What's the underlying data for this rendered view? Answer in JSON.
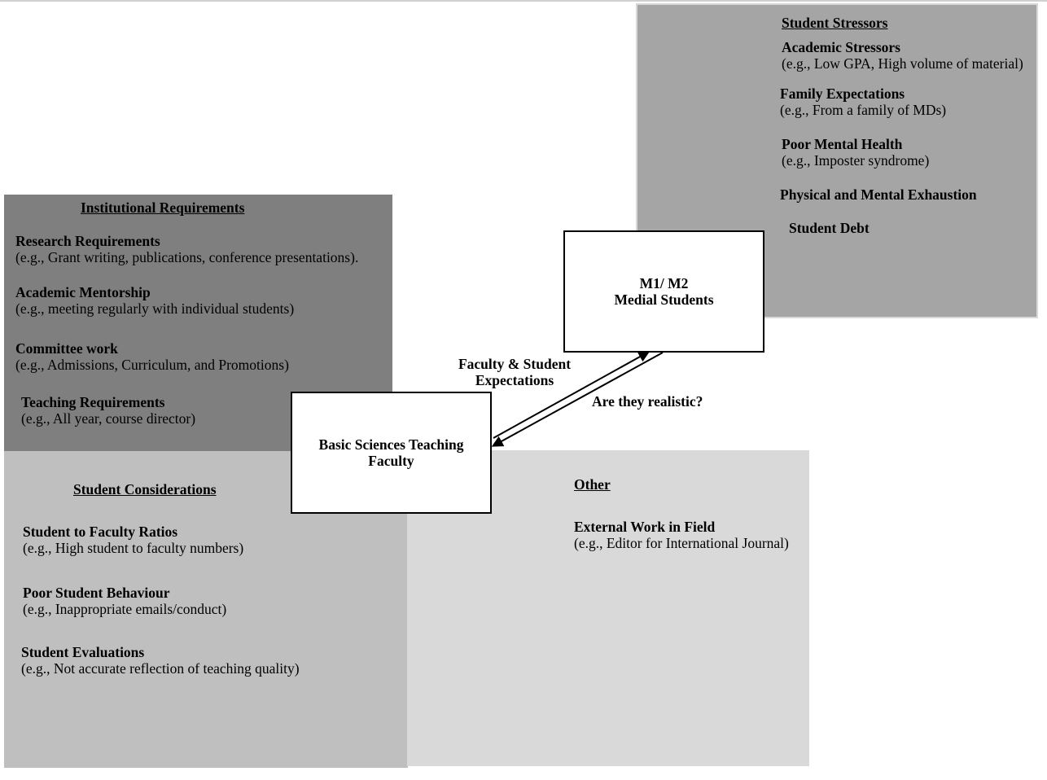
{
  "institutional": {
    "heading": "Institutional Requirements",
    "items": [
      {
        "title": "Research Requirements",
        "example": "(e.g., Grant writing, publications, conference presentations)."
      },
      {
        "title": "Academic Mentorship",
        "example": "(e.g., meeting regularly with individual students)"
      },
      {
        "title": "Committee work",
        "example": "(e.g., Admissions, Curriculum, and Promotions)"
      },
      {
        "title": "Teaching Requirements",
        "example": "(e.g., All year, course director)"
      }
    ]
  },
  "stressors": {
    "heading": "Student Stressors",
    "items": [
      {
        "title": "Academic Stressors",
        "example": "(e.g., Low GPA, High volume of material)"
      },
      {
        "title": "Family Expectations",
        "example": "(e.g., From a family of MDs)"
      },
      {
        "title": "Poor Mental Health",
        "example": "(e.g., Imposter syndrome)"
      },
      {
        "title": "Physical and Mental Exhaustion",
        "example": ""
      },
      {
        "title": "Student Debt",
        "example": ""
      }
    ]
  },
  "considerations": {
    "heading": "Student Considerations",
    "items": [
      {
        "title": "Student to Faculty Ratios",
        "example": "(e.g., High student to faculty numbers)"
      },
      {
        "title": "Poor Student Behaviour",
        "example": "(e.g., Inappropriate emails/conduct)"
      },
      {
        "title": "Student Evaluations",
        "example": "(e.g., Not accurate reflection of teaching quality)"
      }
    ]
  },
  "other": {
    "heading": "Other",
    "items": [
      {
        "title": "External Work in Field",
        "example": "(e.g., Editor for International Journal)"
      }
    ]
  },
  "students_box": {
    "line1": "M1/ M2",
    "line2": "Medial Students"
  },
  "faculty_box": {
    "line1": "Basic Sciences Teaching",
    "line2": "Faculty"
  },
  "expectations_label": {
    "line1": "Faculty & Student",
    "line2": "Expectations"
  },
  "realistic_label": "Are they realistic?",
  "colors": {
    "institutional": "#7f7f7f",
    "stressors": "#a5a5a5",
    "considerations": "#bfbfbf",
    "other": "#d9d9d9"
  }
}
